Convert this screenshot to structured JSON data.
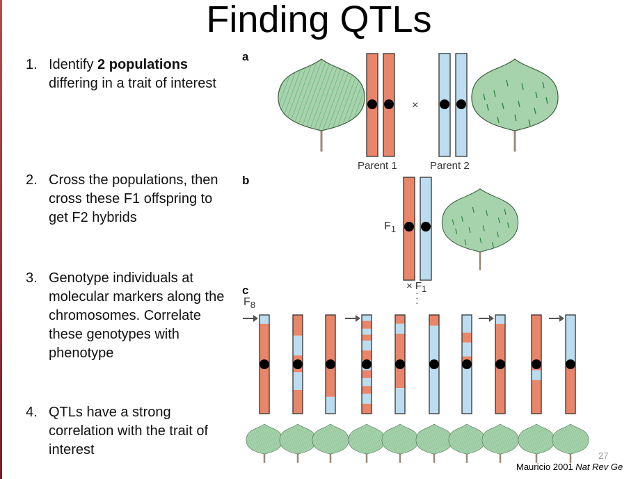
{
  "title": "Finding QTLs",
  "steps": [
    {
      "num": "1.",
      "pre": "Identify ",
      "bold": "2 populations",
      "post": " differing in a trait of interest"
    },
    {
      "num": "2.",
      "pre": "Cross the populations, then cross these F1 offspring to get F2 hybrids",
      "bold": "",
      "post": ""
    },
    {
      "num": "3.",
      "pre": "Genotype individuals at molecular markers along the chromosomes. Correlate these genotypes with phenotype",
      "bold": "",
      "post": ""
    },
    {
      "num": "4.",
      "pre": "QTLs have a strong correlation with the trait of interest",
      "bold": "",
      "post": ""
    }
  ],
  "figure": {
    "panel_a": "a",
    "panel_b": "b",
    "panel_c": "c",
    "parent1": "Parent 1",
    "parent2": "Parent 2",
    "cross": "×",
    "f1": "F",
    "f1_sub": "1",
    "cross_f1": "× F",
    "cross_f1_sub": "1",
    "f8": "F",
    "f8_sub": "8",
    "colors": {
      "parent1": "#e9866a",
      "parent2": "#bcdcef",
      "leaf_fill": "#a6d2ac",
      "leaf_hatch": "#2e8a3e",
      "stem": "#9a8a78"
    },
    "f8_lines": [
      {
        "arrow": true,
        "segments": [
          [
            "blue",
            0.09
          ],
          [
            "red",
            0.91
          ]
        ]
      },
      {
        "arrow": false,
        "segments": [
          [
            "red",
            0.21
          ],
          [
            "blue",
            0.2
          ],
          [
            "red",
            0.17
          ],
          [
            "blue",
            0.18
          ],
          [
            "red",
            0.24
          ]
        ]
      },
      {
        "arrow": false,
        "segments": [
          [
            "red",
            0.83
          ],
          [
            "blue",
            0.17
          ]
        ]
      },
      {
        "arrow": true,
        "segments": [
          [
            "blue",
            0.06
          ],
          [
            "red",
            0.08
          ],
          [
            "blue",
            0.06
          ],
          [
            "red",
            0.06
          ],
          [
            "blue",
            0.1
          ],
          [
            "red",
            0.1
          ],
          [
            "blue",
            0.1
          ],
          [
            "red",
            0.08
          ],
          [
            "blue",
            0.08
          ],
          [
            "red",
            0.08
          ],
          [
            "blue",
            0.1
          ],
          [
            "red",
            0.1
          ]
        ]
      },
      {
        "arrow": false,
        "segments": [
          [
            "red",
            0.09
          ],
          [
            "blue",
            0.1
          ],
          [
            "red",
            0.55
          ],
          [
            "blue",
            0.26
          ]
        ]
      },
      {
        "arrow": false,
        "segments": [
          [
            "red",
            0.11
          ],
          [
            "blue",
            0.89
          ]
        ]
      },
      {
        "arrow": false,
        "segments": [
          [
            "blue",
            0.18
          ],
          [
            "red",
            0.1
          ],
          [
            "blue",
            0.14
          ],
          [
            "red",
            0.1
          ],
          [
            "blue",
            0.48
          ]
        ]
      },
      {
        "arrow": true,
        "segments": [
          [
            "blue",
            0.09
          ],
          [
            "red",
            0.91
          ]
        ]
      },
      {
        "arrow": false,
        "segments": [
          [
            "red",
            0.56
          ],
          [
            "blue",
            0.1
          ],
          [
            "red",
            0.34
          ]
        ]
      },
      {
        "arrow": true,
        "segments": [
          [
            "blue",
            0.52
          ],
          [
            "red",
            0.48
          ]
        ]
      }
    ]
  },
  "page_number": "27",
  "citation": {
    "plain": "Mauricio 2001 ",
    "italic": "Nat Rev Ge"
  }
}
